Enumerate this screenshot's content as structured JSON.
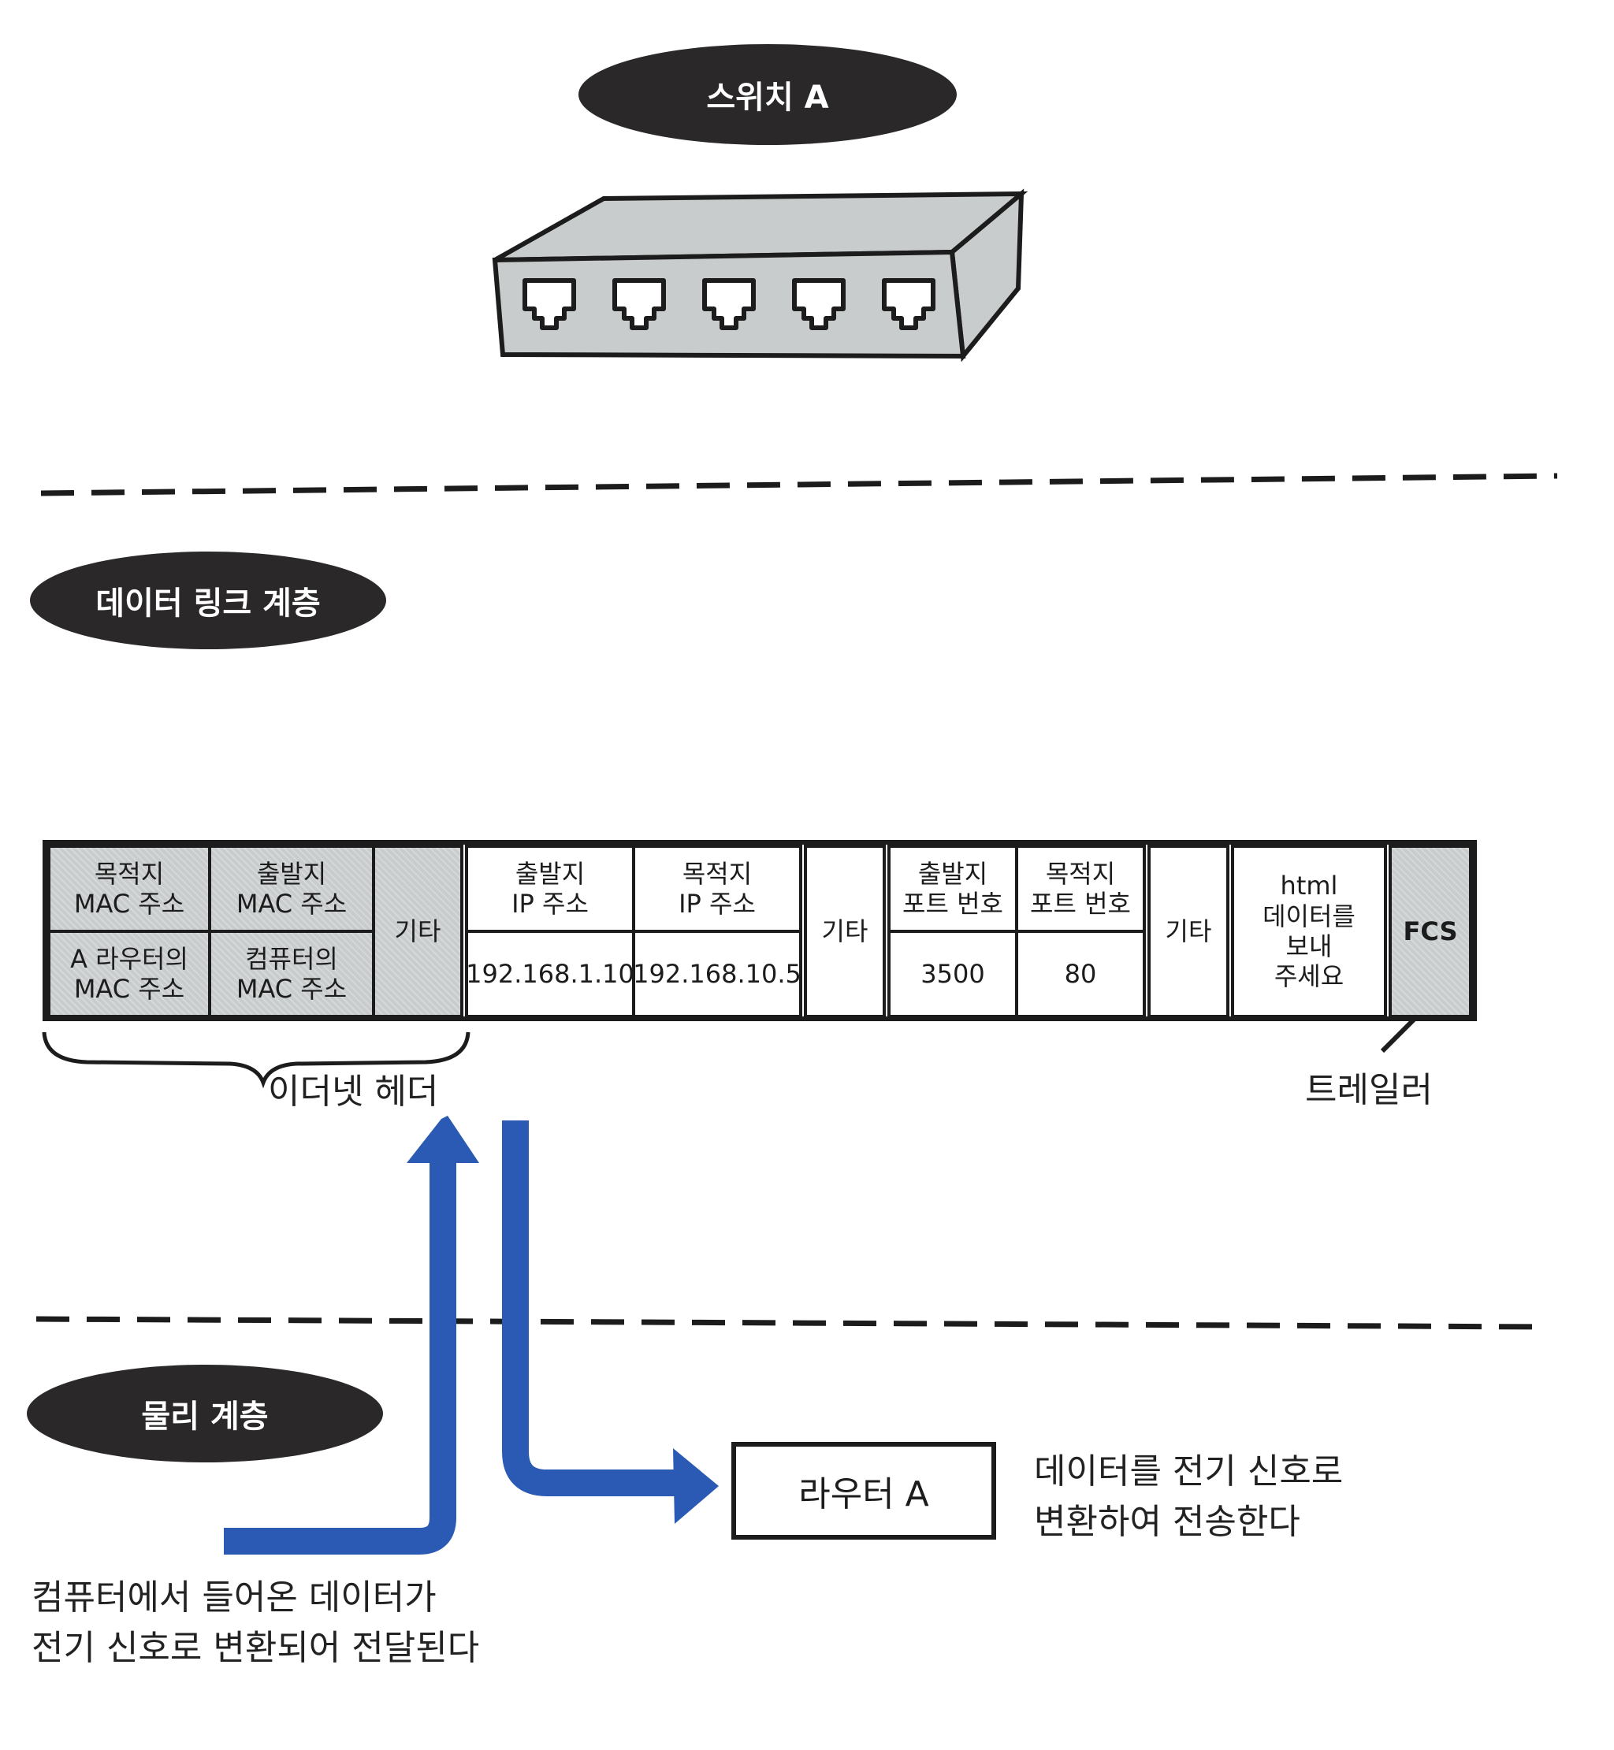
{
  "switch": {
    "title": "스위치 A",
    "ports": 5
  },
  "layers": {
    "data_link": "데이터 링크 계층",
    "physical": "물리 계층"
  },
  "frame": {
    "fields": [
      {
        "id": "dst-mac",
        "header": "목적지\nMAC 주소",
        "value": "A 라우터의\nMAC 주소",
        "shade": "gray"
      },
      {
        "id": "src-mac",
        "header": "출발지\nMAC 주소",
        "value": "컴퓨터의\nMAC 주소",
        "shade": "gray"
      },
      {
        "id": "eth-etc",
        "header": "기타",
        "value": "",
        "shade": "gray"
      },
      {
        "id": "src-ip",
        "header": "출발지\nIP 주소",
        "value": "192.168.1.10",
        "shade": "white"
      },
      {
        "id": "dst-ip",
        "header": "목적지\nIP 주소",
        "value": "192.168.10.5",
        "shade": "white"
      },
      {
        "id": "ip-etc",
        "header": "기타",
        "value": "",
        "shade": "white"
      },
      {
        "id": "src-port",
        "header": "출발지\n포트 번호",
        "value": "3500",
        "shade": "white"
      },
      {
        "id": "dst-port",
        "header": "목적지\n포트 번호",
        "value": "80",
        "shade": "white"
      },
      {
        "id": "tcp-etc",
        "header": "기타",
        "value": "",
        "shade": "white"
      },
      {
        "id": "payload",
        "header": "html\n데이터를\n보내\n주세요",
        "value": "",
        "shade": "white"
      },
      {
        "id": "fcs",
        "header": "FCS",
        "value": "",
        "shade": "gray"
      }
    ],
    "ethernet_header_label": "이더넷 헤더",
    "trailer_label": "트레일러"
  },
  "physical": {
    "router": "라우터 A",
    "incoming_note": "컴퓨터에서 들어온 데이터가\n전기 신호로 변환되어 전달된다",
    "outgoing_note": "데이터를 전기 신호로\n변환하여 전송한다"
  },
  "colors": {
    "arrow": "#2a5ab4",
    "ink": "#1c1c1c",
    "gray_fill": "#c9cccd",
    "pill": "#2a2828"
  }
}
